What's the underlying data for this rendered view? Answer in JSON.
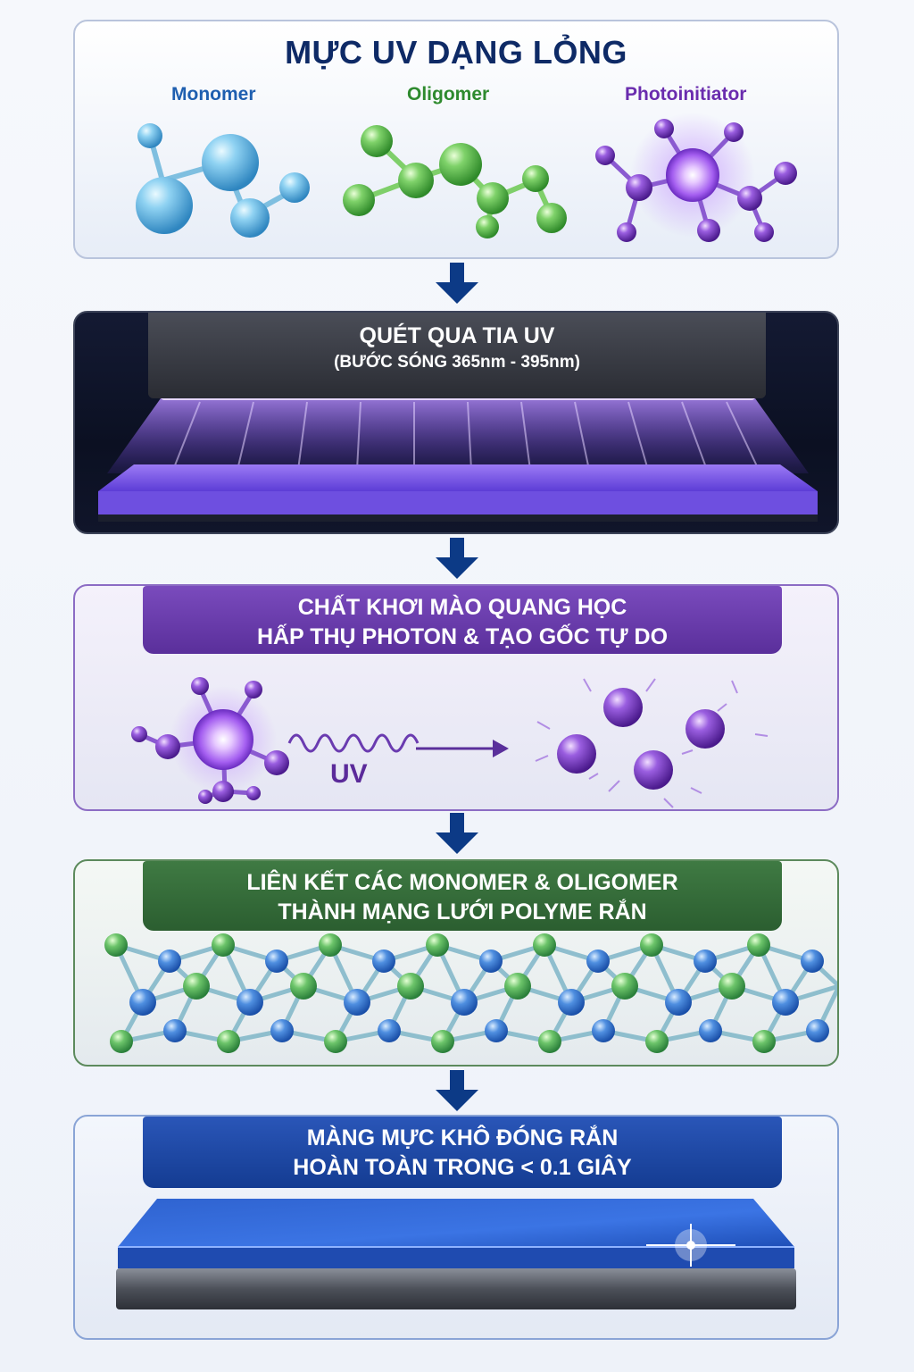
{
  "step1": {
    "title": "MỰC UV DẠNG LỎNG",
    "labels": {
      "monomer": "Monomer",
      "oligomer": "Oligomer",
      "photoinitiator": "Photoinitiator"
    }
  },
  "step2": {
    "title": "QUÉT QUA TIA UV",
    "subtitle": "(BƯỚC SÓNG 365nm - 395nm)"
  },
  "step3": {
    "line1": "CHẤT KHƠI MÀO QUANG HỌC",
    "line2": "HẤP THỤ PHOTON & TẠO GỐC TỰ DO",
    "uv_label": "UV"
  },
  "step4": {
    "line1": "LIÊN KẾT CÁC MONOMER & OLIGOMER",
    "line2": "THÀNH MẠNG LƯỚI POLYME RẮN"
  },
  "step5": {
    "line1": "MÀNG MỰC KHÔ ĐÓNG RẮN",
    "line2": "HOÀN TOÀN TRONG < 0.1 GIÂY"
  },
  "colors": {
    "navy": "#0e2a66",
    "monomer": "#1f5fb0",
    "oligomer": "#2e8a2e",
    "photoinitiator": "#6a2cae",
    "arrow": "#0c3a86"
  }
}
